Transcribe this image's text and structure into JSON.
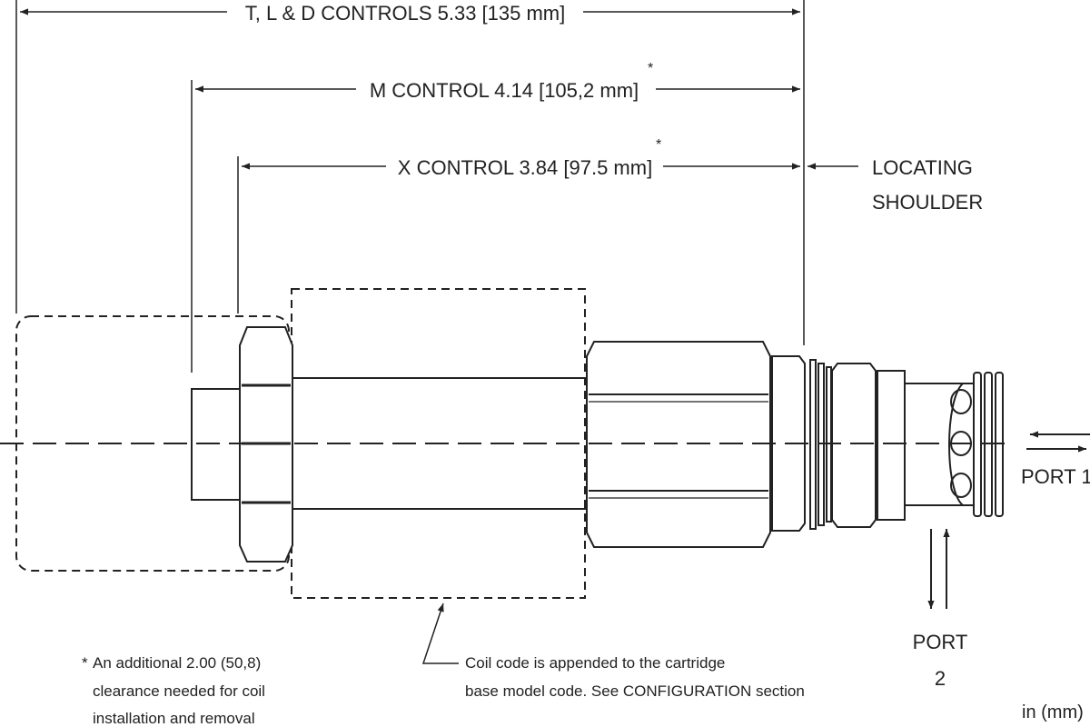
{
  "dimensions": {
    "tld": {
      "text": "T, L & D CONTROLS 5.33 [135 mm]"
    },
    "m": {
      "text": "M CONTROL 4.14 [105,2 mm]",
      "mark": "*"
    },
    "x": {
      "text": "X CONTROL 3.84 [97.5 mm]",
      "mark": "*"
    }
  },
  "callouts": {
    "locating_shoulder": [
      "LOCATING",
      "SHOULDER"
    ],
    "port1": "PORT 1",
    "port2": [
      "PORT",
      "2"
    ],
    "coil_note": [
      "Coil code is appended to the cartridge",
      "base model code. See CONFIGURATION section"
    ]
  },
  "footnote": {
    "mark": "*",
    "lines": [
      "An additional 2.00 (50,8)",
      "clearance needed for coil",
      "installation and removal"
    ]
  },
  "units": "in (mm)",
  "colors": {
    "ink": "#222222",
    "background": "#ffffff"
  }
}
